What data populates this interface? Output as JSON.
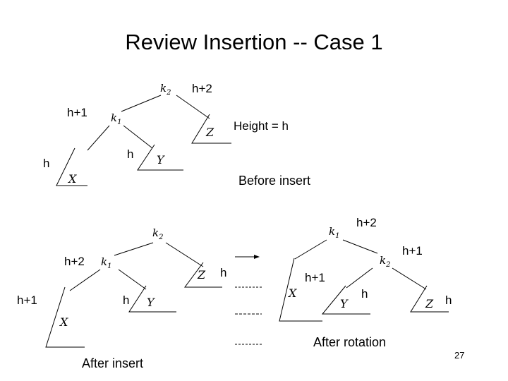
{
  "slide": {
    "title": "Review Insertion -- Case 1",
    "page_number": "27"
  },
  "before": {
    "caption": "Before insert",
    "height_note": "Height = h",
    "labels": {
      "k2": "h+2",
      "k1": "h+1",
      "x": "h",
      "y": "h"
    },
    "nodes": {
      "k2": "k",
      "k2_sub": "2",
      "k1": "k",
      "k1_sub": "1"
    },
    "subtrees": {
      "x": "X",
      "y": "Y",
      "z": "Z"
    }
  },
  "after_insert": {
    "caption": "After insert",
    "labels": {
      "k1": "h+2",
      "x": "h+1",
      "y": "h",
      "z": "h"
    },
    "nodes": {
      "k2": "k",
      "k2_sub": "2",
      "k1": "k",
      "k1_sub": "1"
    },
    "subtrees": {
      "x": "X",
      "y": "Y",
      "z": "Z"
    }
  },
  "after_rotation": {
    "caption": "After rotation",
    "labels": {
      "k1": "h+2",
      "k2": "h+1",
      "x": "h+1",
      "y": "h",
      "z": "h"
    },
    "nodes": {
      "k1": "k",
      "k1_sub": "1",
      "k2": "k",
      "k2_sub": "2"
    },
    "subtrees": {
      "x": "X",
      "y": "Y",
      "z": "Z"
    }
  }
}
